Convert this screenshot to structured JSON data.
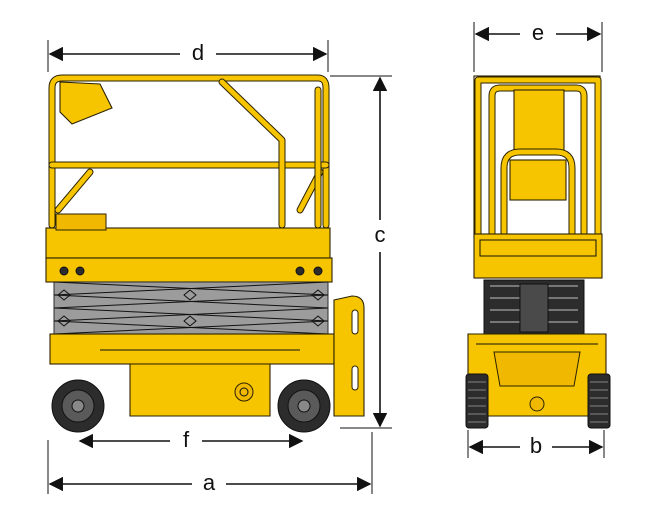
{
  "dimensions": {
    "a": "a",
    "b": "b",
    "c": "c",
    "d": "d",
    "e": "e",
    "f": "f"
  },
  "colors": {
    "machine_body": "#f7c500",
    "scissor_stack": "#9c9c9c",
    "tyre": "#2c2c2c",
    "dimension_lines": "#111111"
  }
}
